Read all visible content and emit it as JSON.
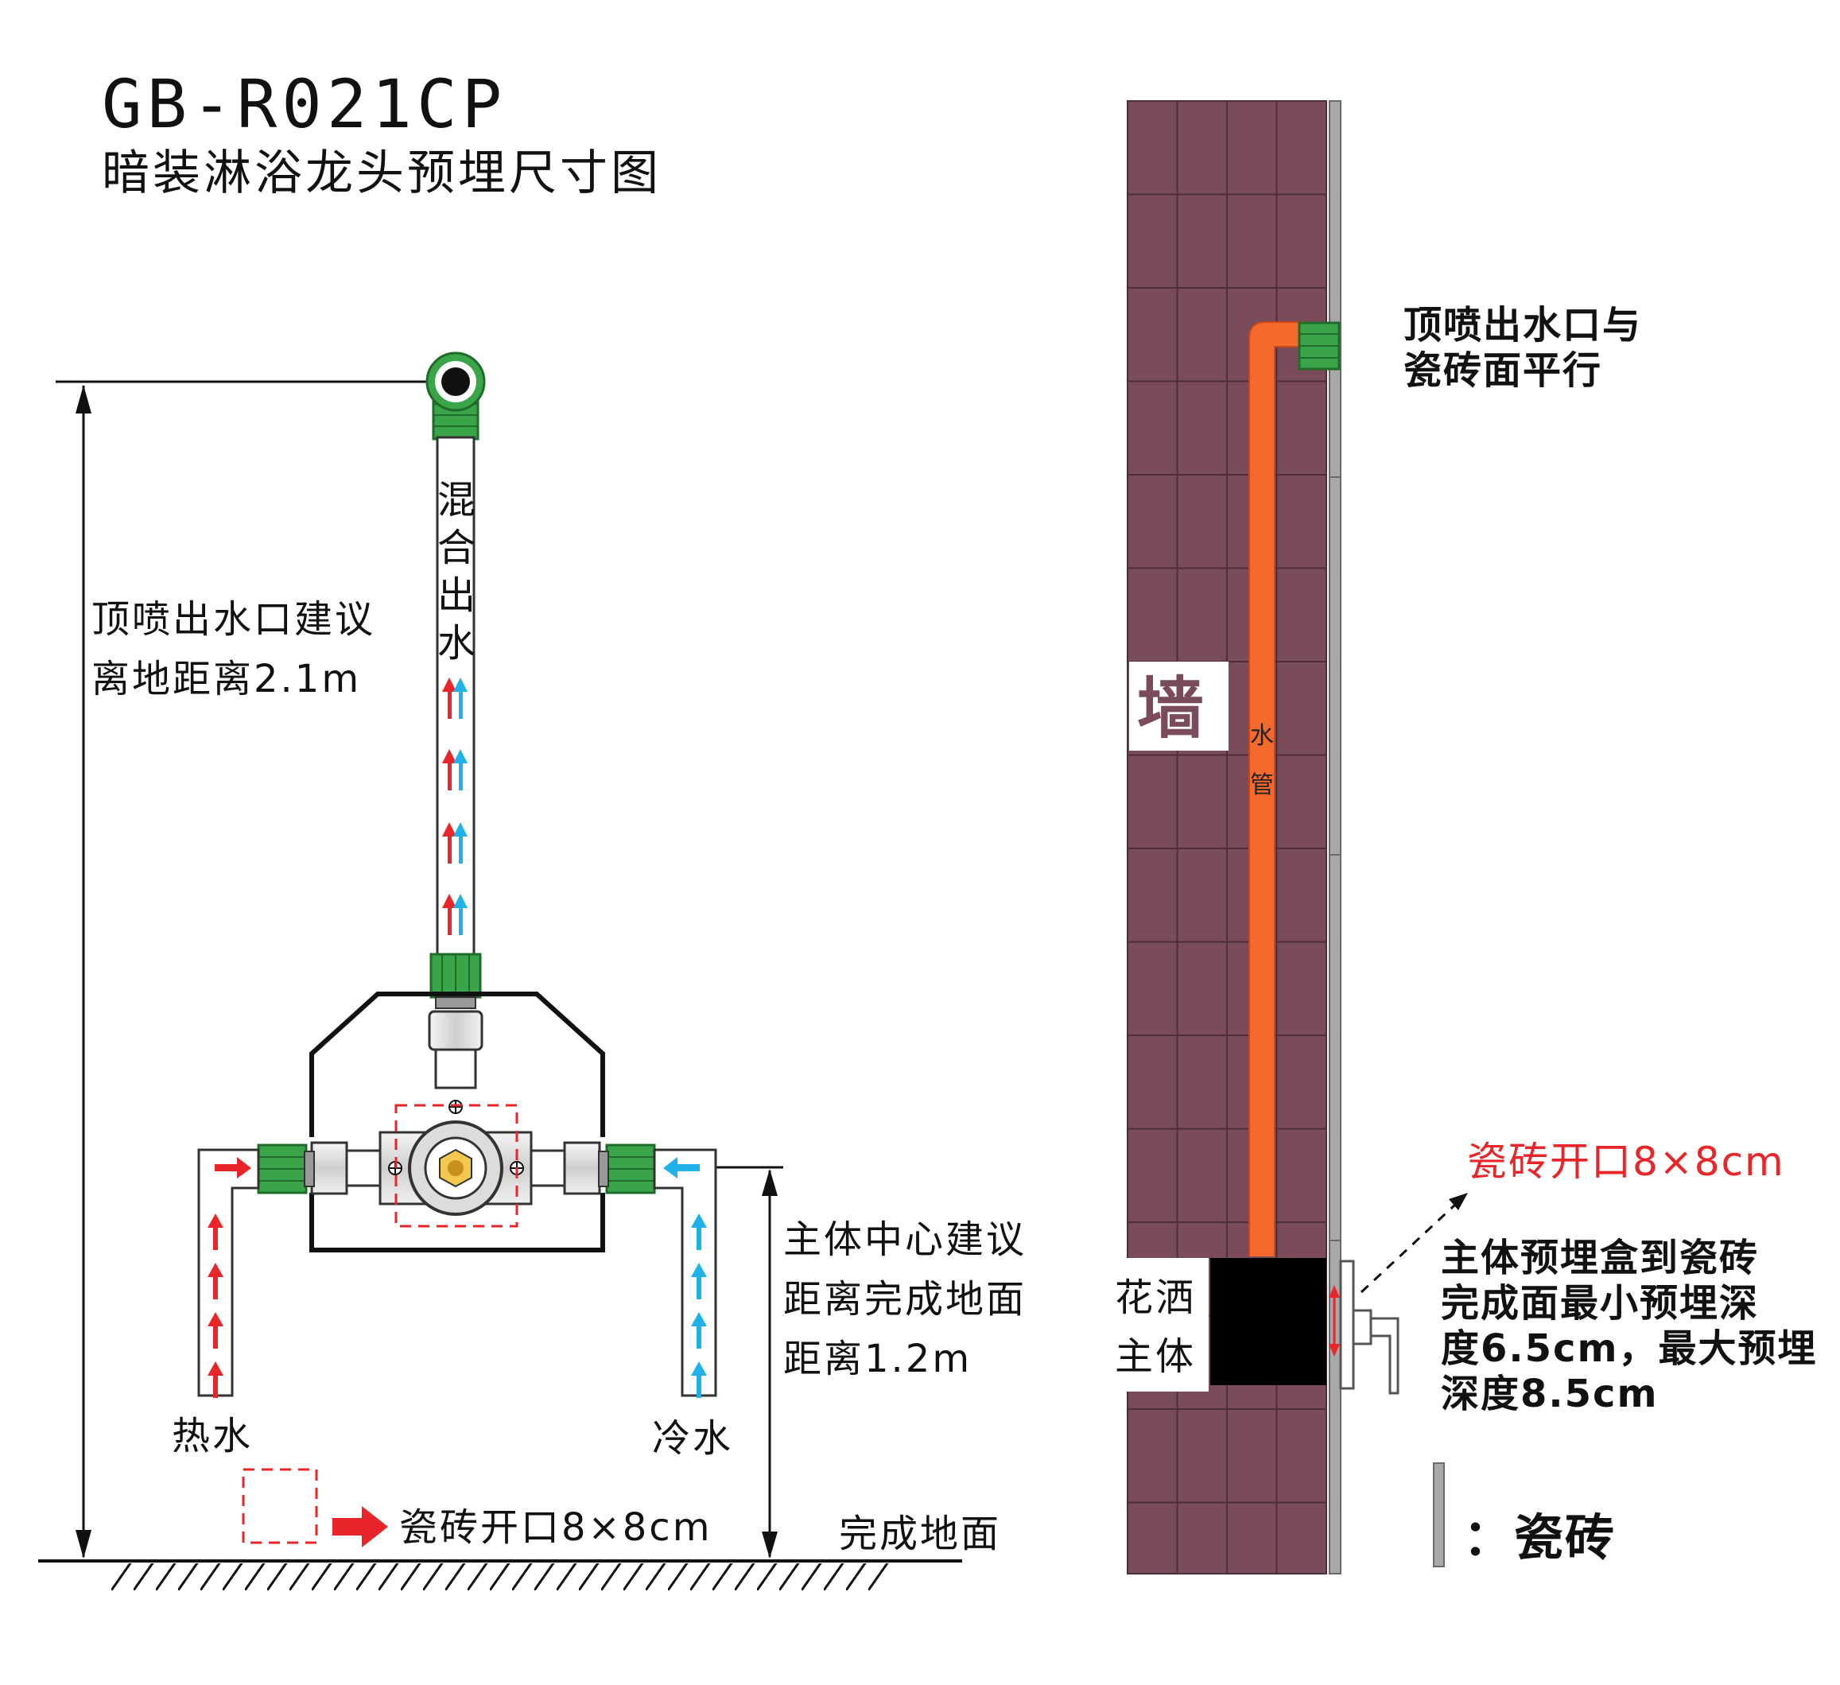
{
  "header": {
    "model": "GB-R021CP",
    "subtitle": "暗装淋浴龙头预埋尺寸图"
  },
  "left_diagram": {
    "height_note": [
      "顶喷出水口建议",
      "离地距离2.1m"
    ],
    "pipe_label": [
      "混",
      "合",
      "出",
      "水"
    ],
    "center_note": [
      "主体中心建议",
      "距离完成地面",
      "距离1.2m"
    ],
    "hot_water": "热水",
    "cold_water": "冷水",
    "tile_opening": "瓷砖开口8×8cm",
    "floor_label": "完成地面"
  },
  "right_diagram": {
    "wall_label": "墙",
    "pipe_label": [
      "水",
      "管"
    ],
    "top_outlet_note": [
      "顶喷出水口与",
      "瓷砖面平行"
    ],
    "tile_opening": "瓷砖开口8×8cm",
    "box_note": [
      "主体预埋盒到瓷砖",
      "完成面最小预埋深",
      "度6.5cm，最大预埋",
      "深度8.5cm"
    ],
    "shower_body": [
      "花洒",
      "主体"
    ],
    "legend_label": "：瓷砖"
  },
  "colors": {
    "wall_brick": "#7a4b59",
    "pipe_orange": "#f4692c",
    "fitting_green": "#3aa449",
    "hot_red": "#e8262a",
    "cold_blue": "#1fb2e8",
    "tile_gray": "#a8a8a8"
  }
}
